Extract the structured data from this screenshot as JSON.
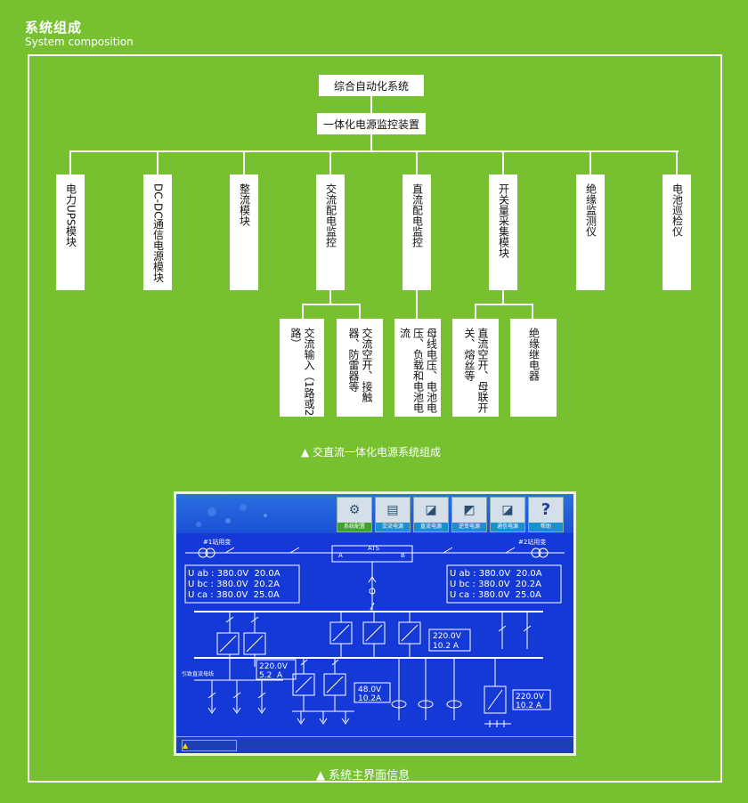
{
  "header": {
    "title": "系统组成",
    "subtitle": "System composition"
  },
  "diagram": {
    "root": "综合自动化系统",
    "device": "一体化电源监控装置",
    "modules": [
      "电力UPS模块",
      "DC-DC通信电源模块",
      "整流模块",
      "交流配电监控",
      "直流配电监控",
      "开关量采集模块",
      "绝缘监测仪",
      "电池巡检仪"
    ],
    "ac_children": [
      "交流输入（1路或2路）",
      "交流空开、接触器、防雷器等"
    ],
    "dc_children": [
      "母线电压、电池电压、负载和电池电流"
    ],
    "switch_children": [
      "直流空开、母联开关、熔丝等",
      "绝缘继电器"
    ],
    "caption": "▲ 交直流一体化电源系统组成"
  },
  "screen": {
    "buttons": [
      {
        "label": "系统配置",
        "icon": "⚙",
        "active": true
      },
      {
        "label": "交流电源",
        "icon": "▤",
        "active": false
      },
      {
        "label": "直流电源",
        "icon": "◪",
        "active": false
      },
      {
        "label": "逆变电源",
        "icon": "◩",
        "active": false
      },
      {
        "label": "通信电源",
        "icon": "◪",
        "active": false
      },
      {
        "label": "帮助",
        "icon": "?",
        "active": false
      }
    ],
    "trans1": "#1站用变",
    "trans2": "#2站用变",
    "ats": "ATS",
    "ats_a": "A",
    "ats_b": "B",
    "left_readings": [
      "U ab : 380.0V  20.0A",
      "U bc : 380.0V  20.2A",
      "U ca : 380.0V  25.0A"
    ],
    "right_readings": [
      "U ab : 380.0V  20.0A",
      "U bc : 380.0V  20.2A",
      "U ca : 380.0V  25.0A"
    ],
    "dc_bus_v": "220.0V",
    "dc_bus_a": "10.2 A",
    "sub_v": "220.0V",
    "sub_a": "5.2  A",
    "bus_label": "引致直流母线",
    "comm_v": "48.0V",
    "comm_a": "10.2A",
    "batt_v": "220.0V",
    "batt_a": "10.2 A",
    "caption": "▲ 系统主界面信息"
  }
}
